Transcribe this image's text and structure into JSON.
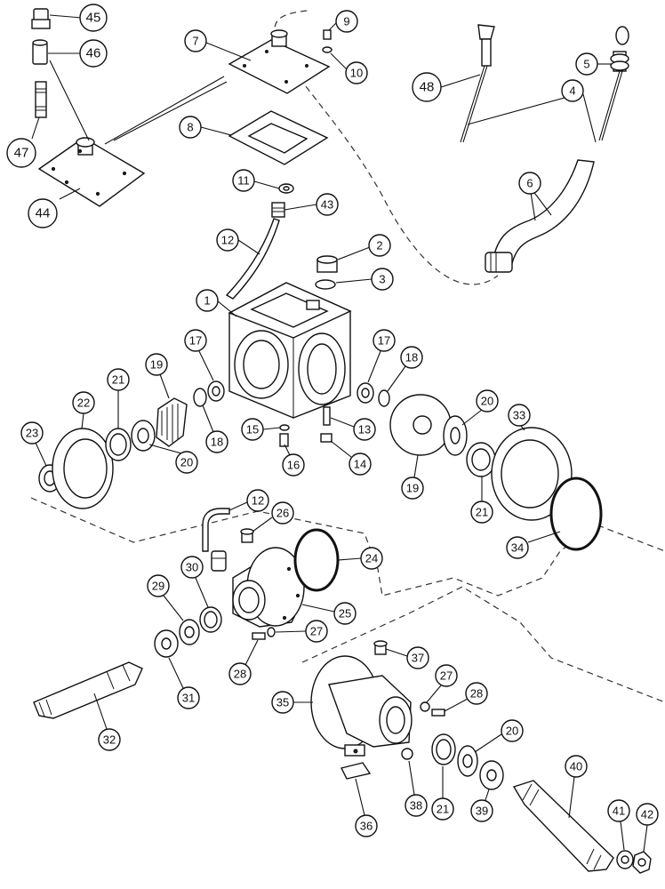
{
  "callouts": [
    {
      "id": "1",
      "label": "1"
    },
    {
      "id": "2",
      "label": "2"
    },
    {
      "id": "3",
      "label": "3"
    },
    {
      "id": "4",
      "label": "4"
    },
    {
      "id": "5",
      "label": "5"
    },
    {
      "id": "6",
      "label": "6"
    },
    {
      "id": "7",
      "label": "7"
    },
    {
      "id": "8",
      "label": "8"
    },
    {
      "id": "9",
      "label": "9"
    },
    {
      "id": "10",
      "label": "10"
    },
    {
      "id": "11",
      "label": "11"
    },
    {
      "id": "12a",
      "label": "12"
    },
    {
      "id": "12b",
      "label": "12"
    },
    {
      "id": "13",
      "label": "13"
    },
    {
      "id": "14",
      "label": "14"
    },
    {
      "id": "15",
      "label": "15"
    },
    {
      "id": "16",
      "label": "16"
    },
    {
      "id": "17a",
      "label": "17"
    },
    {
      "id": "17b",
      "label": "17"
    },
    {
      "id": "18a",
      "label": "18"
    },
    {
      "id": "18b",
      "label": "18"
    },
    {
      "id": "19a",
      "label": "19"
    },
    {
      "id": "19b",
      "label": "19"
    },
    {
      "id": "20a",
      "label": "20"
    },
    {
      "id": "20b",
      "label": "20"
    },
    {
      "id": "20c",
      "label": "20"
    },
    {
      "id": "21a",
      "label": "21"
    },
    {
      "id": "21b",
      "label": "21"
    },
    {
      "id": "21c",
      "label": "21"
    },
    {
      "id": "22",
      "label": "22"
    },
    {
      "id": "23",
      "label": "23"
    },
    {
      "id": "24",
      "label": "24"
    },
    {
      "id": "25",
      "label": "25"
    },
    {
      "id": "26",
      "label": "26"
    },
    {
      "id": "27a",
      "label": "27"
    },
    {
      "id": "27b",
      "label": "27"
    },
    {
      "id": "28a",
      "label": "28"
    },
    {
      "id": "28b",
      "label": "28"
    },
    {
      "id": "29",
      "label": "29"
    },
    {
      "id": "30",
      "label": "30"
    },
    {
      "id": "31",
      "label": "31"
    },
    {
      "id": "32",
      "label": "32"
    },
    {
      "id": "33",
      "label": "33"
    },
    {
      "id": "34",
      "label": "34"
    },
    {
      "id": "35",
      "label": "35"
    },
    {
      "id": "36",
      "label": "36"
    },
    {
      "id": "37",
      "label": "37"
    },
    {
      "id": "38",
      "label": "38"
    },
    {
      "id": "39",
      "label": "39"
    },
    {
      "id": "40",
      "label": "40"
    },
    {
      "id": "41",
      "label": "41"
    },
    {
      "id": "42",
      "label": "42"
    },
    {
      "id": "43",
      "label": "43"
    },
    {
      "id": "44",
      "label": "44"
    },
    {
      "id": "45",
      "label": "45"
    },
    {
      "id": "46",
      "label": "46"
    },
    {
      "id": "47",
      "label": "47"
    },
    {
      "id": "48",
      "label": "48"
    }
  ]
}
